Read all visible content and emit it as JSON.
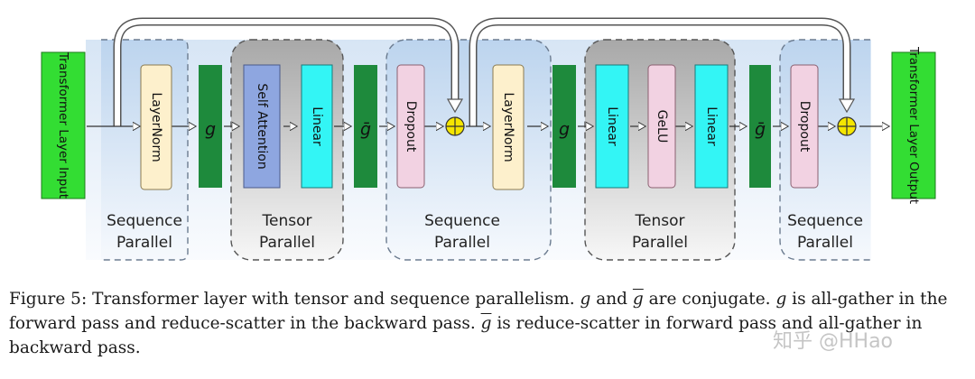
{
  "diagram": {
    "input_label": "Transformer Layer Input",
    "output_label": "Transformer Layer Output",
    "g_symbol": "g",
    "gbar_symbol": "ḡ",
    "plus_symbol": "⊕",
    "layernorm": "LayerNorm",
    "self_attention": "Self Attention",
    "linear": "Linear",
    "dropout": "Dropout",
    "gelu": "GeLU",
    "region_sequence": [
      "Sequence",
      "Parallel"
    ],
    "region_tensor": [
      "Tensor",
      "Parallel"
    ]
  },
  "caption": {
    "part1": "Figure 5: Transformer layer with tensor and sequence parallelism. ",
    "g": "g",
    "and": " and ",
    "gbar": "g",
    "are_conj": " are conjugate. ",
    "g2": "g",
    "part2": " is all-gather in the forward pass and reduce-scatter in the backward pass. ",
    "gbar2": "g",
    "part3": " is reduce-scatter in forward pass and all-gather in backward pass."
  },
  "watermark": "知乎 @HHao",
  "colors": {
    "input_green": "#33dd33",
    "sync_green": "#1e8a3c",
    "layernorm_fill": "#fdf0cc",
    "attention_fill": "#8ea6e0",
    "linear_fill": "#33f5f5",
    "dropout_fill": "#f2d2e2",
    "gelu_fill": "#f2d2e2",
    "seq_region": "#dbe8f6",
    "tensor_region": "#c0c0c0",
    "plus": "#f5e600"
  }
}
